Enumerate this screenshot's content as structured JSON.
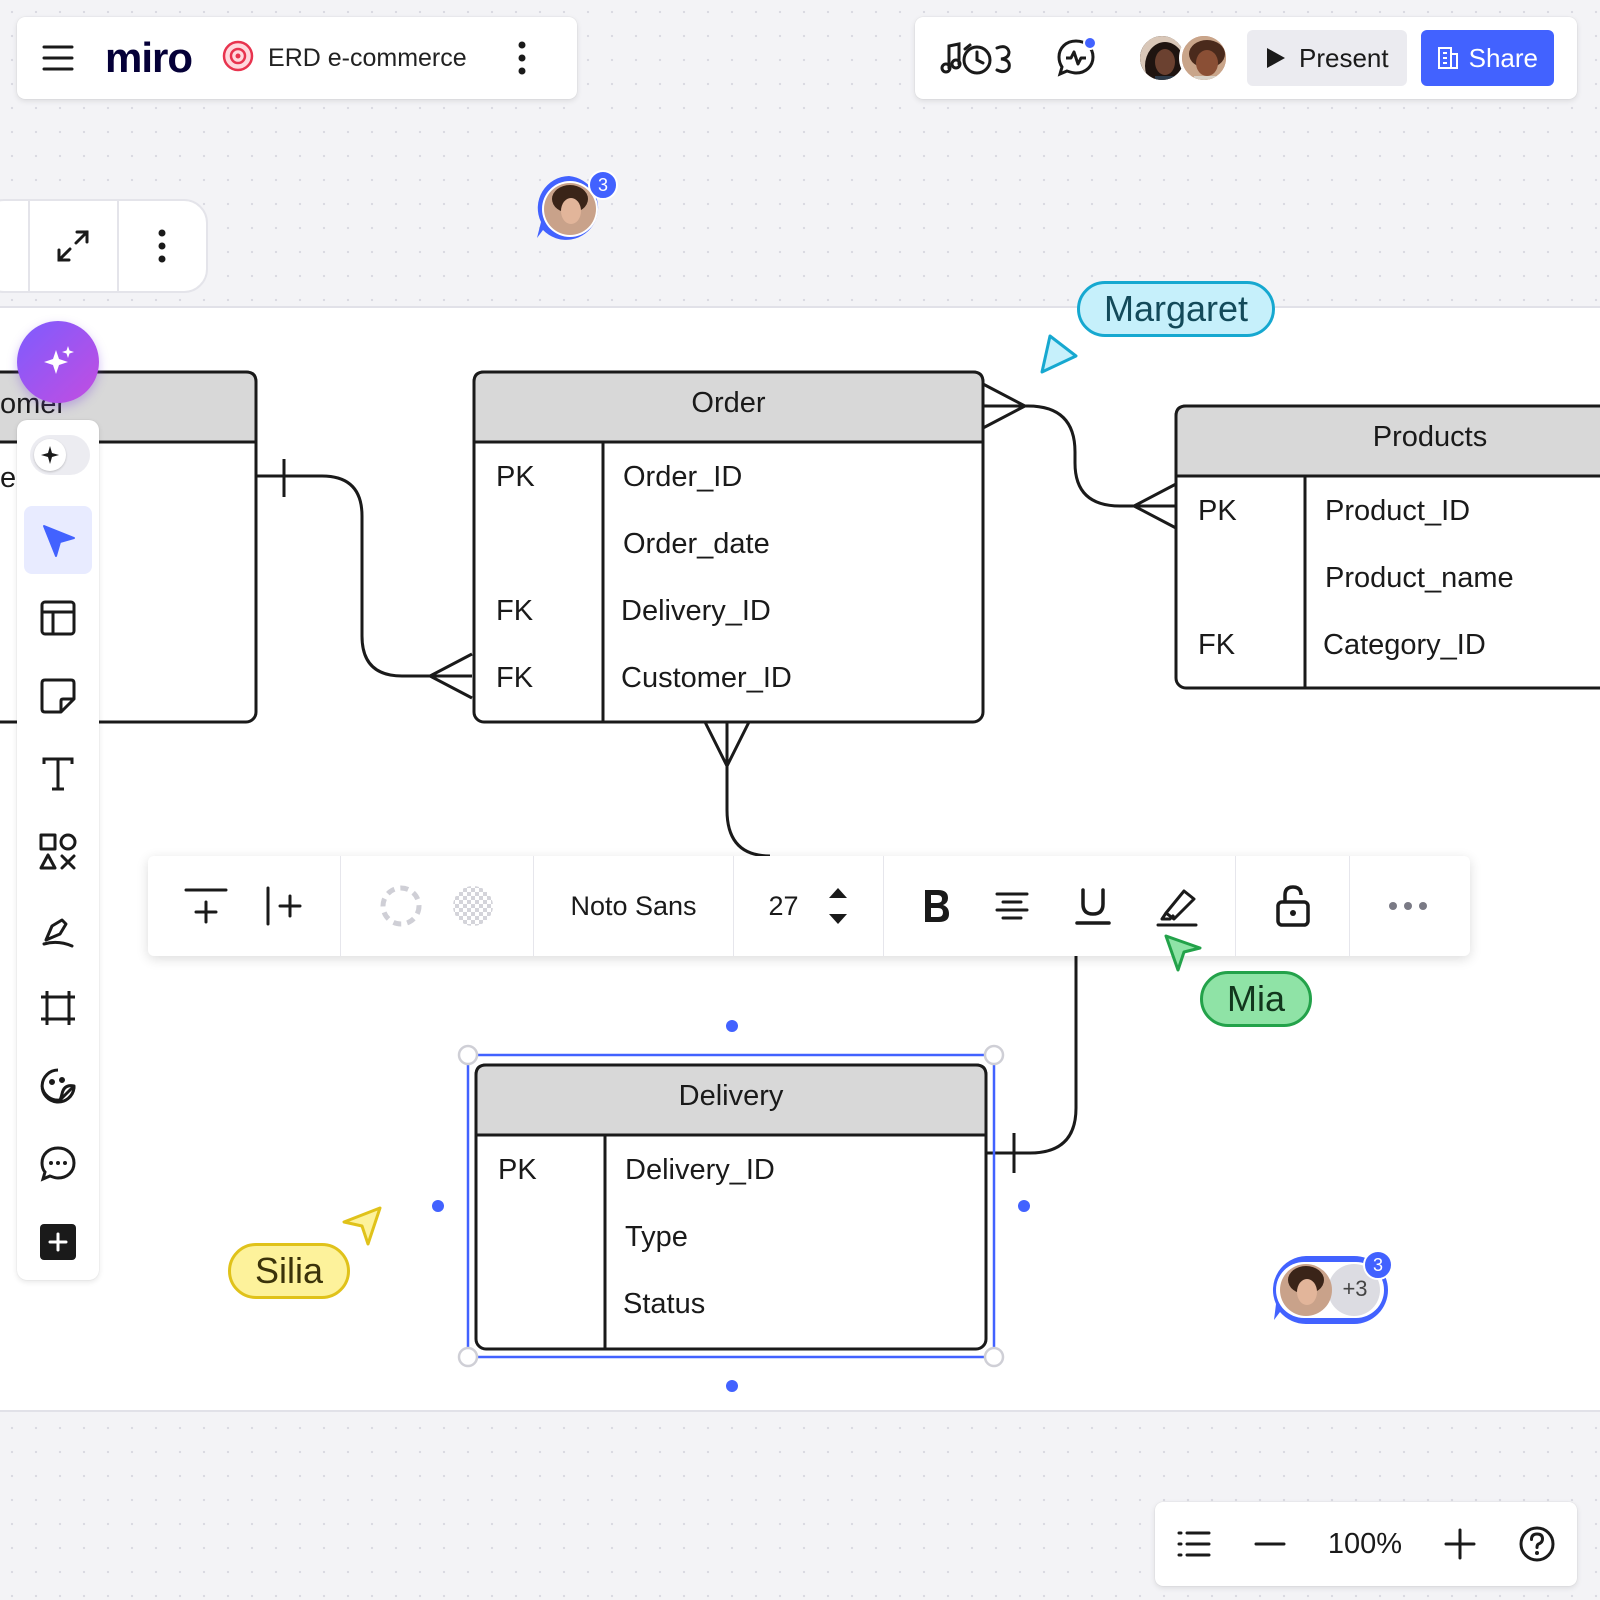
{
  "app": {
    "logo": "miro",
    "board_title": "ERD e-commerce"
  },
  "header": {
    "present_label": "Present",
    "share_label": "Share"
  },
  "collaborators": {
    "comment_badge_count": "3",
    "cluster_badge_count": "3",
    "cluster_more": "+3"
  },
  "erd": {
    "customer": {
      "title": "omer",
      "row_fragment": "e"
    },
    "order": {
      "title": "Order",
      "rows": [
        {
          "key": "PK",
          "field": "Order_ID"
        },
        {
          "key": "",
          "field": "Order_date"
        },
        {
          "key": "FK",
          "field": "Delivery_ID"
        },
        {
          "key": "FK",
          "field": "Customer_ID"
        }
      ]
    },
    "products": {
      "title": "Products",
      "rows": [
        {
          "key": "PK",
          "field": "Product_ID"
        },
        {
          "key": "",
          "field": "Product_name"
        },
        {
          "key": "FK",
          "field": "Category_ID"
        }
      ]
    },
    "delivery": {
      "title": "Delivery",
      "rows": [
        {
          "key": "PK",
          "field": "Delivery_ID"
        },
        {
          "key": "",
          "field": "Type"
        },
        {
          "key": "",
          "field": "Status"
        }
      ]
    }
  },
  "format_toolbar": {
    "font_family": "Noto Sans",
    "font_size": "27"
  },
  "cursors": [
    {
      "name": "Margaret",
      "color": "#16a8d0",
      "bg": "#c6f0fb"
    },
    {
      "name": "Mia",
      "color": "#23a24a",
      "bg": "#8fe3a6"
    },
    {
      "name": "Silia",
      "color": "#e0c21a",
      "bg": "#fdf29b"
    }
  ],
  "zoom": {
    "value": "100%"
  },
  "colors": {
    "accent": "#4262ff",
    "selection": "#4262ff"
  }
}
